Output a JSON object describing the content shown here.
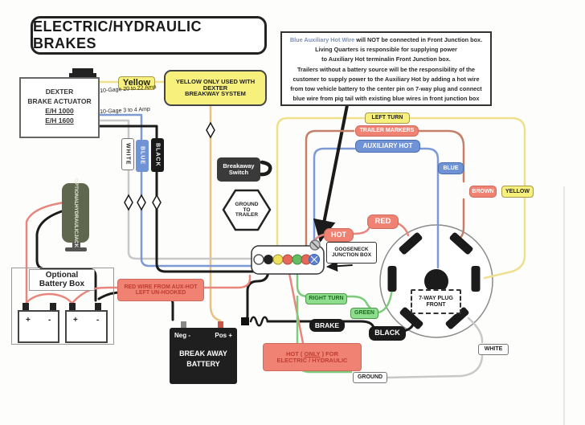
{
  "colors": {
    "wire_yellow": "#efe08e",
    "wire_orange": "#e9c183",
    "wire_red": "#e8857d",
    "wire_blue": "#7d99d6",
    "wire_green": "#7ccc7c",
    "wire_brown": "#c4806a",
    "wire_black": "#1b1b1b",
    "wire_white": "#c8c8c8",
    "label_yellow_bg": "#f8f07c",
    "label_salmon_bg": "#ef8273",
    "label_blue_bg": "#6f93d4",
    "label_green_bg": "#8edc8e",
    "label_green_text": "#1d6b1d",
    "label_red_text": "#c03c30",
    "jack_bg": "#5f684e",
    "info_blue_text": "#7a8fc0",
    "junction_yellow": "#ece05c",
    "junction_red": "#e4685c",
    "junction_green": "#63bd63",
    "junction_blue": "#5b7fd0"
  },
  "title": "ELECTRIC/HYDRAULIC BRAKES",
  "info_note": {
    "l1_blue": "Blue Auxiliary Hot Wire",
    "l1_rest": " will NOT be connected in Front Junction box.",
    "l2": "Living Quarters is responsible for supplying power",
    "l3": "to Auxiliary Hot terminalin Front Junction box.",
    "l4": "Trailers without a battery source will be the responsibility of the",
    "l5": "customer to supply power to the Auxiliary Hot by adding a hot wire",
    "l6": "from tow vehicle battery to the center pin on 7-way plug and connect",
    "l7": "blue wire from pig tail with existing blue wires in front junction box"
  },
  "actuator": {
    "l1": "DEXTER",
    "l2": "BRAKE ACTUATOR",
    "l3": "E/H 1000",
    "l4": "E/H 1600",
    "cable1": "10-Gage 20 to 22 Amp",
    "cable2": "10-Gage 3 to 4 Amp"
  },
  "yellow_tag": "Yellow",
  "yellow_note": {
    "l1": "YELLOW ONLY USED WITH",
    "l2": "DEXTER",
    "l3": "BREAKWAY SYSTEM"
  },
  "wire_tags": {
    "white": "WHITE",
    "blue": "BLUE",
    "black": "BLACK"
  },
  "jack": {
    "l1": "OPTIONAL",
    "l2": "HYDRAULIC",
    "l3": "JACK"
  },
  "battery_box": {
    "title_l1": "Optional",
    "title_l2": "Battery Box",
    "plus": "+",
    "minus": "-"
  },
  "red_note": {
    "l1": "RED WIRE FROM AUX-HOT",
    "l2": "LEFT UN-HOOKED"
  },
  "breakaway_switch": {
    "l1": "Breakaway",
    "l2": "Switch"
  },
  "ground_hex": {
    "l1": "GROUND",
    "l2": "TO",
    "l3": "TRAILER"
  },
  "junction_label": {
    "l1": "GOOSENECK",
    "l2": "JUNCTION BOX"
  },
  "tags": {
    "left_turn": "LEFT TURN",
    "trailer_markers": "TRAILER MARKERS",
    "auxiliary_hot": "AUXILIARY HOT",
    "blue": "BLUE",
    "brown": "BROWN",
    "yellow": "YELLOW",
    "hot": "HOT",
    "red": "RED",
    "right_turn": "RIGHT TURN",
    "green": "GREEN",
    "brake": "BRAKE",
    "black": "BLACK",
    "white": "WHITE",
    "ground": "GROUND"
  },
  "plug": {
    "l1": "7-WAY PLUG",
    "l2": "FRONT"
  },
  "breakaway_battery": {
    "neg": "Neg  -",
    "pos": "Pos  +",
    "l1": "BREAK AWAY",
    "l2": "BATTERY"
  },
  "hot_only": {
    "l1a": "HOT ( ",
    "l1b": "ONLY",
    "l1c": " ) FOR",
    "l2": "ELECTRIC / HYDRAULIC"
  }
}
